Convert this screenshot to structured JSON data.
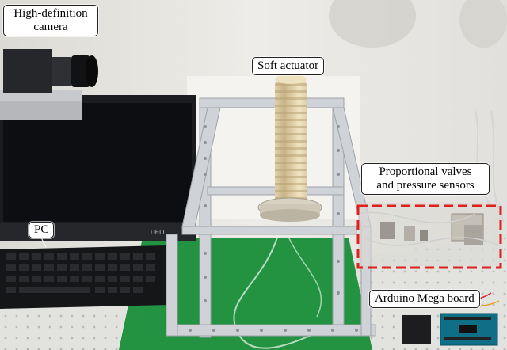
{
  "labels": {
    "camera_line1": "High-definition",
    "camera_line2": "camera",
    "actuator": "Soft actuator",
    "valves_line1": "Proportional valves",
    "valves_line2": "and pressure sensors",
    "pc": "PC",
    "arduino": "Arduino Mega board"
  },
  "colors": {
    "wall": "#e9e7e2",
    "green_table": "#1f8a3c",
    "frame": "#c9ccd0",
    "highlight_box": "#e0201c",
    "actuator": "#e4d3a8"
  }
}
